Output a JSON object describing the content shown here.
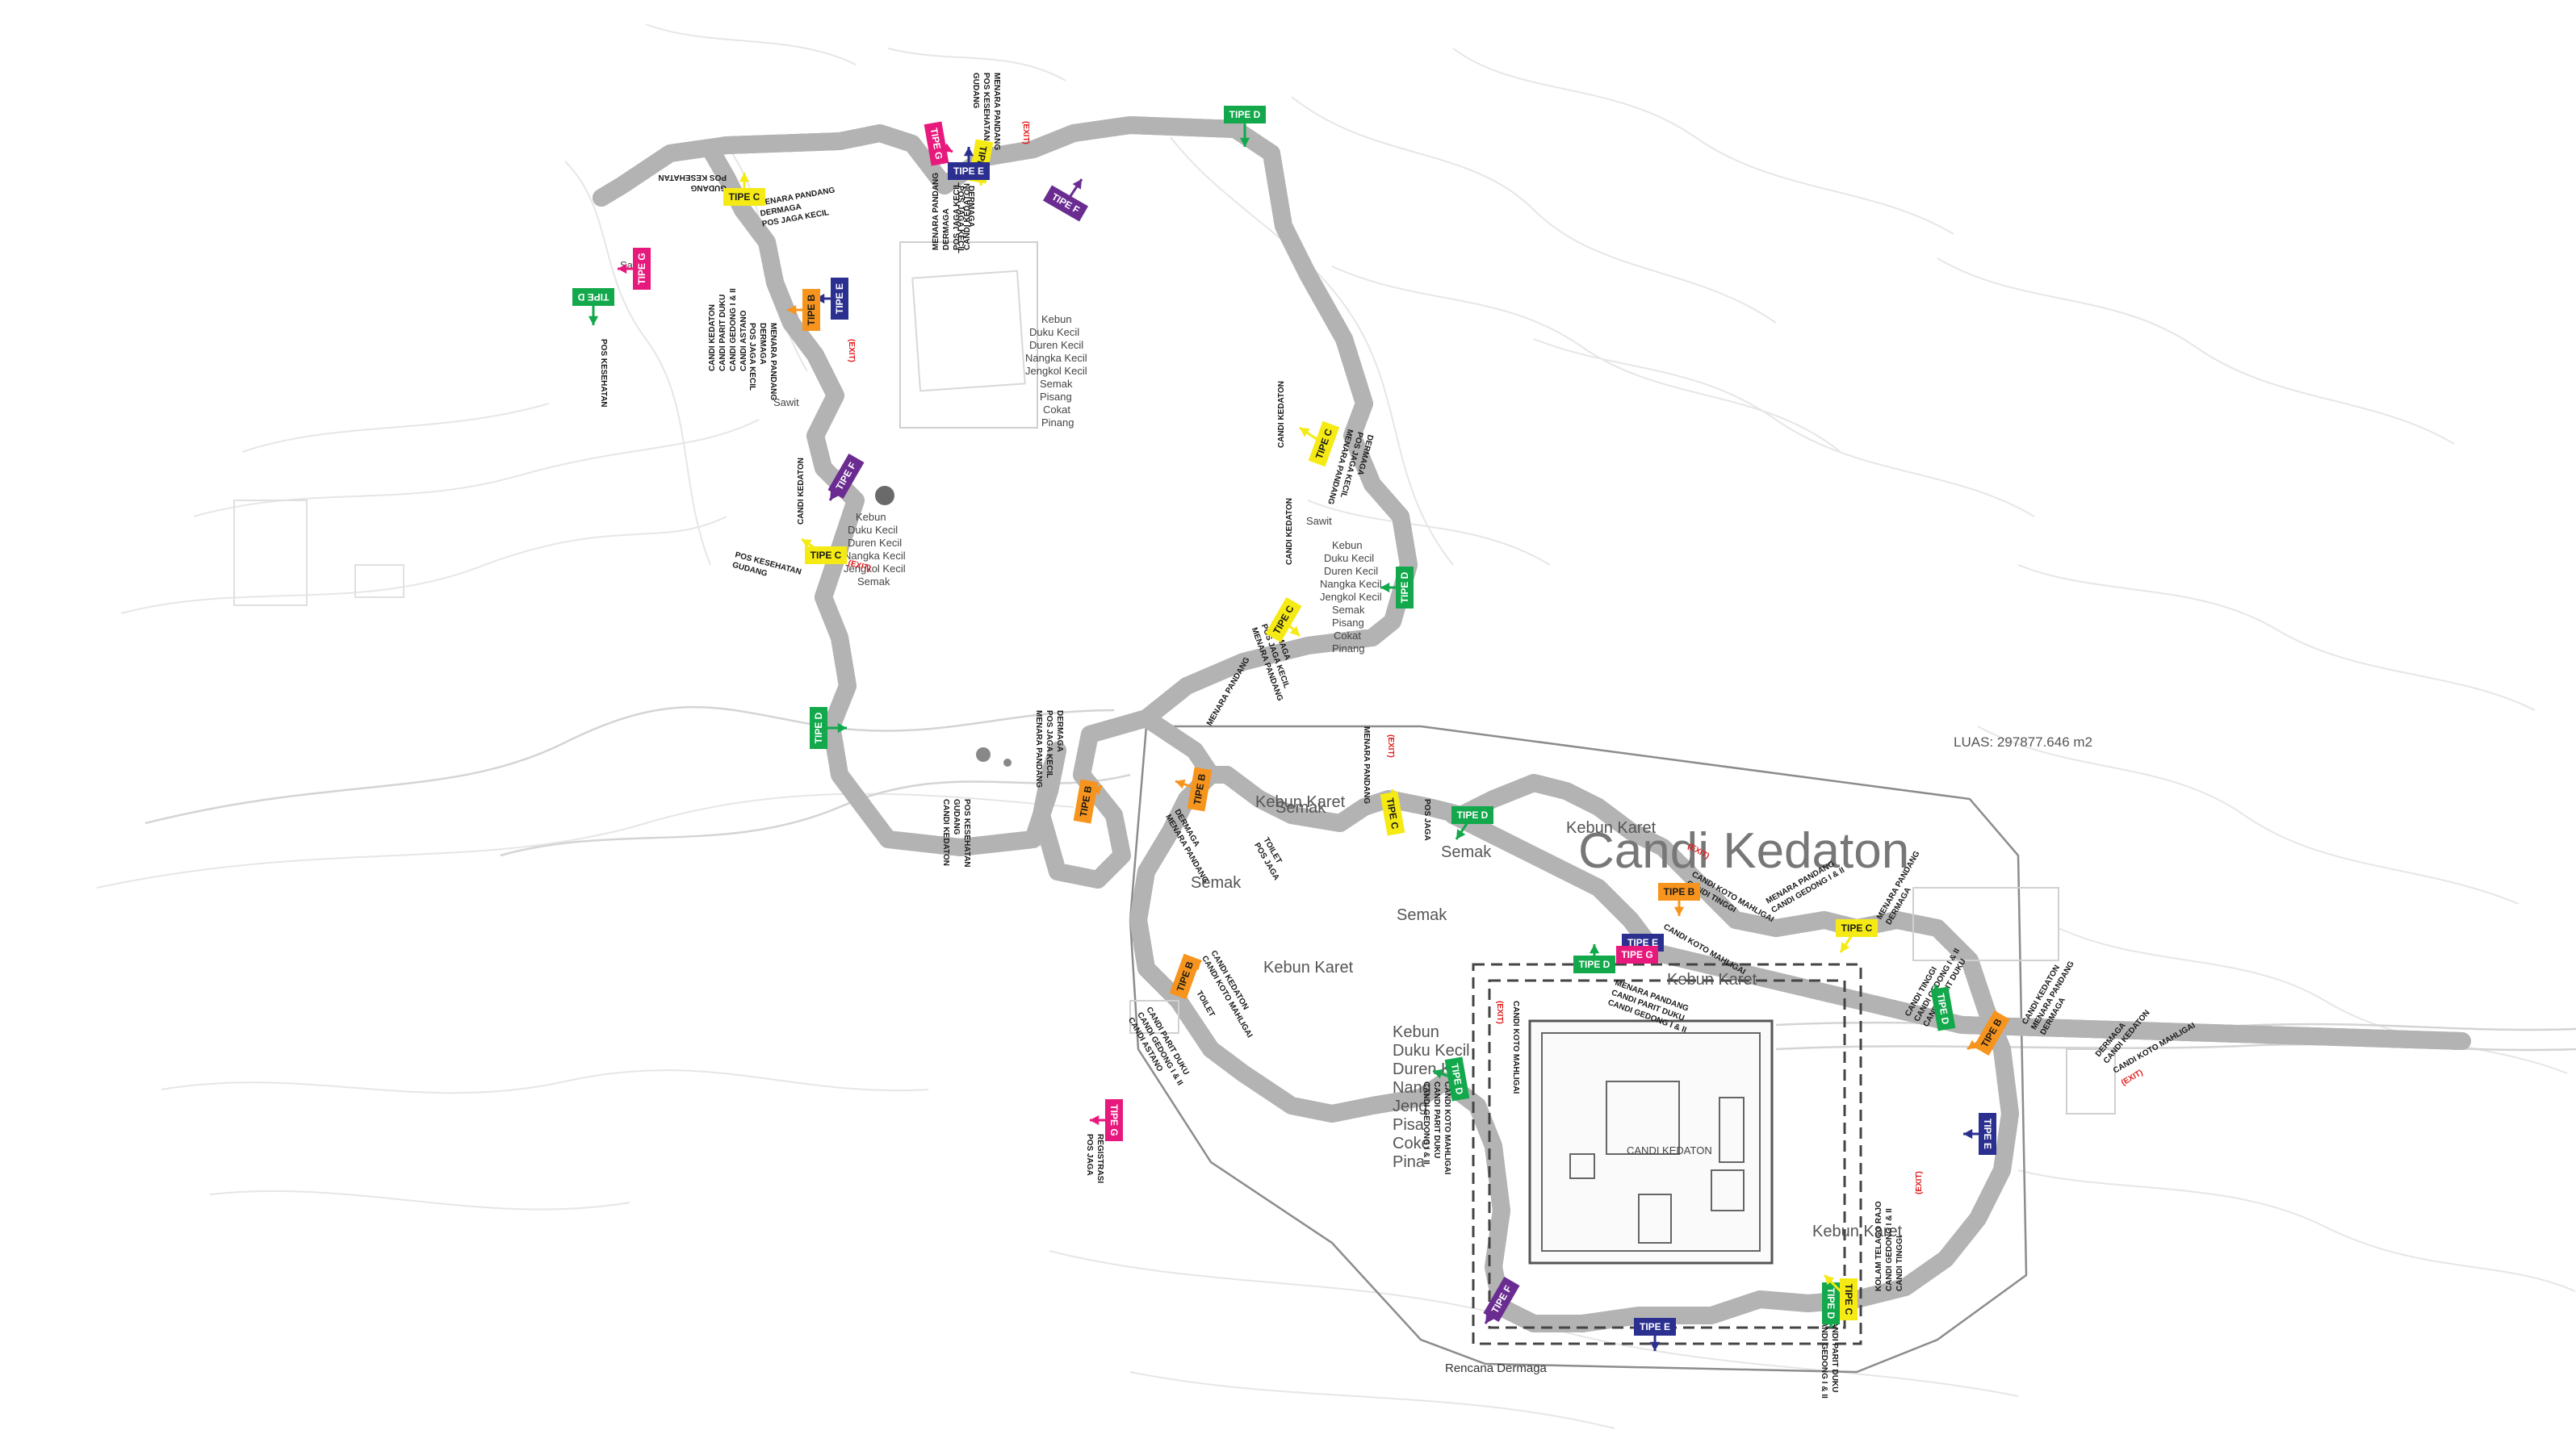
{
  "colors": {
    "TIPE C": "#f5ea14",
    "TIPE D": "#12a84b",
    "TIPE E": "#2b2f8f",
    "TIPE F": "#6a2c91",
    "TIPE G": "#e8197d",
    "TIPE B": "#f7941d",
    "exit": "#e01b1b"
  },
  "title": "Candi Kedaton",
  "luas": "LUAS: 297877.646 m2",
  "rencana_dermaga": "Rencana Dermaga",
  "area_labels": {
    "kebun_karet_1": "Kebun Karet",
    "kebun_karet_2": "Kebun Karet",
    "kebun_karet_3": "Kebun Karet",
    "kebun_karet_4": "Kebun Karet",
    "kebun_karet_5": "Kebun Karet",
    "semak_1": "Semak",
    "semak_2": "Semak",
    "semak_3": "Semak",
    "semak_4": "Semak",
    "sawit_1": "Sawit",
    "sawit_2": "Sawit",
    "sawit_3": "Sawit",
    "candi_kedaton_small": "CANDI KEDATON"
  },
  "plant_lists": [
    [
      "Kebun",
      "Duku Kecil",
      "Duren Kecil",
      "Nangka Kecil",
      "Jengkol Kecil",
      "Semak",
      "Pisang",
      "Cokat",
      "Pinang"
    ],
    [
      "Kebun",
      "Duku Kecil",
      "Duren Kecil",
      "Nangka Kecil",
      "Jengkol Kecil",
      "Semak"
    ],
    [
      "Kebun",
      "Duku Kecil",
      "Duren Kecil",
      "Nangka Kecil",
      "Jengkol Kecil",
      "Semak",
      "Pisang",
      "Cokat",
      "Pinang"
    ],
    [
      "Kebun",
      "Duku Kecil",
      "Duren K",
      "Nang",
      "Jeng",
      "Pisa",
      "Coke",
      "Pina"
    ]
  ],
  "tags": [
    {
      "label": "TIPE C",
      "type": "TIPE C"
    },
    {
      "label": "TIPE D",
      "type": "TIPE D"
    },
    {
      "label": "TIPE E",
      "type": "TIPE E"
    },
    {
      "label": "TIPE F",
      "type": "TIPE F"
    },
    {
      "label": "TIPE G",
      "type": "TIPE G"
    },
    {
      "label": "TIPE B",
      "type": "TIPE B"
    }
  ],
  "notes": {
    "menara_pandang": "MENARA PANDANG",
    "dermaga": "DERMAGA",
    "pos_jaga_kecil": "POS JAGA KECIL",
    "pos_kesehatan": "POS KESEHATAN",
    "gudang": "GUDANG",
    "candi_kedaton": "CANDI KEDATON",
    "candi_parit_duku": "CANDI PARIT DUKU",
    "candi_gedong": "CANDI GEDONG I & II",
    "candi_astano": "CANDI ASTANO",
    "candi_koto_mahligai": "CANDI KOTO MAHLIGAI",
    "candi_tinggi": "CANDI TINGGI",
    "kolam_telago_rajo": "KOLAM TELAGO RAJO",
    "toilet": "TOILET",
    "pos_jaga": "POS JAGA",
    "registrasi": "REGISTRASI",
    "exit": "(EXIT)"
  }
}
